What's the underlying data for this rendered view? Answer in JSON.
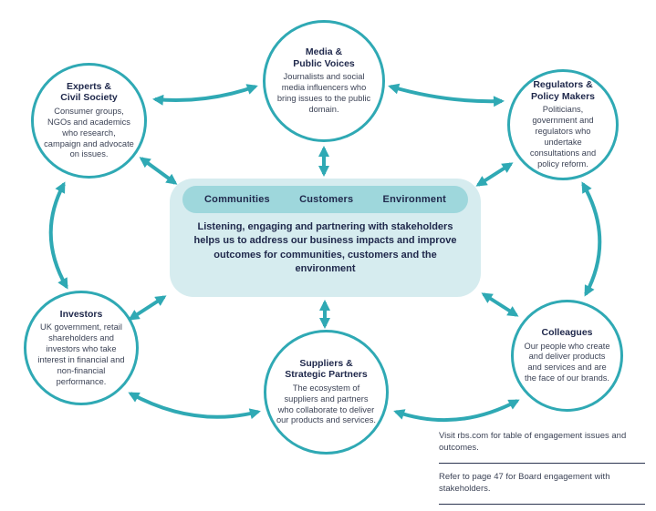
{
  "center": {
    "pills": [
      "Communities",
      "Customers",
      "Environment"
    ],
    "text": "Listening, engaging and partnering with stakeholders helps us to address our business impacts and improve outcomes for communities, customers and the environment"
  },
  "stakeholders": [
    {
      "id": "media",
      "title": "Media &\nPublic Voices",
      "body": "Journalists and social media influencers who bring issues to the public domain."
    },
    {
      "id": "experts",
      "title": "Experts &\nCivil Society",
      "body": "Consumer groups, NGOs and academics who research, campaign and advocate on issues."
    },
    {
      "id": "regulators",
      "title": "Regulators &\nPolicy Makers",
      "body": "Politicians, government and regulators who undertake consultations and policy reform."
    },
    {
      "id": "investors",
      "title": "Investors",
      "body": "UK government, retail shareholders and investors who take interest in financial and non-financial performance."
    },
    {
      "id": "suppliers",
      "title": "Suppliers &\nStrategic Partners",
      "body": "The ecosystem of suppliers and partners who collaborate to deliver our products and services."
    },
    {
      "id": "colleagues",
      "title": "Colleagues",
      "body": "Our people who create and deliver products and services and are the face of our brands."
    }
  ],
  "notes": [
    "Visit rbs.com for table of engagement issues and outcomes.",
    "Refer to page 47 for Board engagement with stakeholders."
  ],
  "colors": {
    "teal": "#2fa9b4",
    "light_teal": "#d6ecef",
    "band_teal": "#9ed7dc",
    "ink": "#20294c"
  }
}
